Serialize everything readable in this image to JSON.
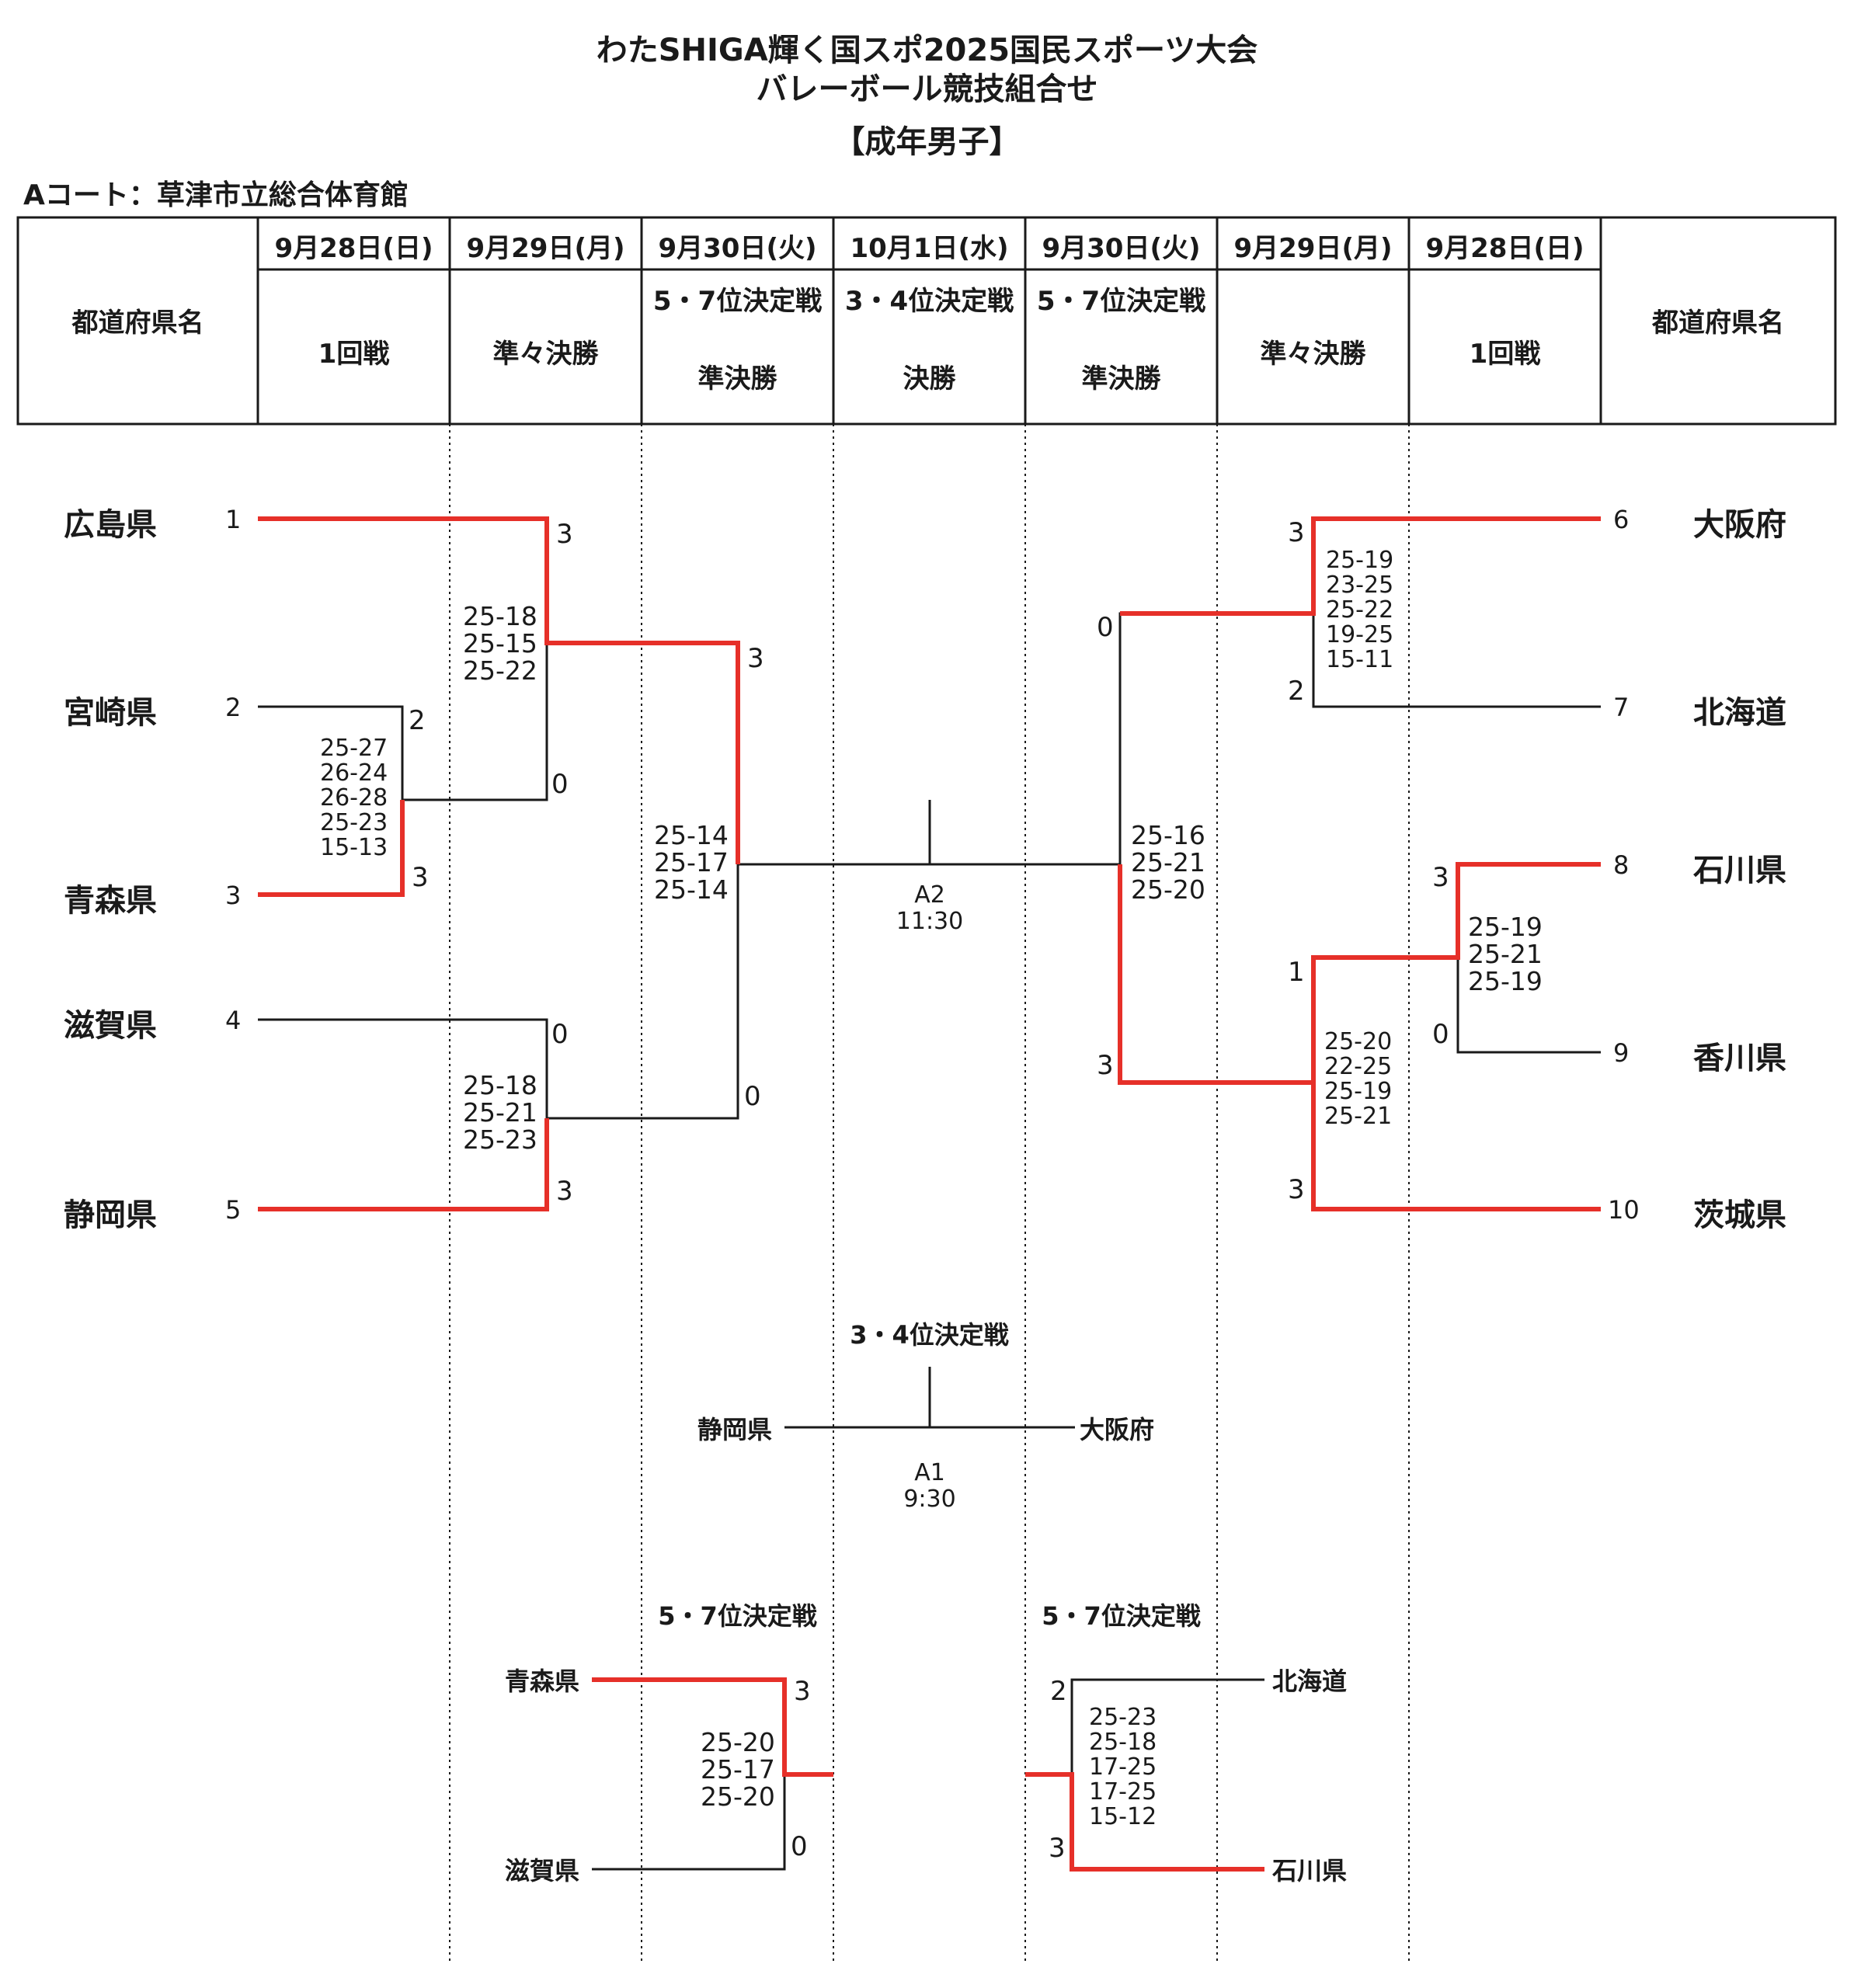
{
  "header": {
    "title_line1": "わたSHIGA輝く国スポ2025国民スポーツ大会",
    "title_line2": "バレーボール競技組合せ",
    "category": "【成年男子】",
    "court": "Aコート：草津市立総合体育館"
  },
  "table": {
    "pref_label_left": "都道府県名",
    "pref_label_right": "都道府県名",
    "dates": [
      "9月28日(日)",
      "9月29日(月)",
      "9月30日(火)",
      "10月1日(水)",
      "9月30日(火)",
      "9月29日(月)",
      "9月28日(日)"
    ],
    "rounds": {
      "round1_left": "1回戦",
      "qf_left": "準々決勝",
      "sf_left_a": "5・7位決定戦",
      "sf_left_b": "準決勝",
      "final_a": "3・4位決定戦",
      "final_b": "決勝",
      "sf_right_a": "5・7位決定戦",
      "sf_right_b": "準決勝",
      "qf_right": "準々決勝",
      "round1_right": "1回戦"
    }
  },
  "teams_left": [
    {
      "name": "広島県",
      "seed": "1"
    },
    {
      "name": "宮崎県",
      "seed": "2"
    },
    {
      "name": "青森県",
      "seed": "3"
    },
    {
      "name": "滋賀県",
      "seed": "4"
    },
    {
      "name": "静岡県",
      "seed": "5"
    }
  ],
  "teams_right": [
    {
      "name": "大阪府",
      "seed": "6"
    },
    {
      "name": "北海道",
      "seed": "7"
    },
    {
      "name": "石川県",
      "seed": "8"
    },
    {
      "name": "香川県",
      "seed": "9"
    },
    {
      "name": "茨城県",
      "seed": "10"
    }
  ],
  "matches": {
    "r1_left": {
      "top": "2",
      "bottom": "3",
      "sets": "25-27\n26-24\n26-28\n25-23\n15-13"
    },
    "qf_left_top": {
      "top": "3",
      "bottom": "0",
      "sets": "25-18\n25-15\n25-22"
    },
    "qf_left_bottom": {
      "top": "0",
      "bottom": "3",
      "sets": "25-18\n25-21\n25-23"
    },
    "sf_left": {
      "top": "3",
      "bottom": "0",
      "sets": "25-14\n25-17\n25-14"
    },
    "final": {
      "code": "A2",
      "time": "11:30"
    },
    "sf_right": {
      "top": "0",
      "bottom": "3",
      "sets": "25-16\n25-21\n25-20"
    },
    "qf_right_top": {
      "top": "3",
      "bottom": "2",
      "sets": "25-19\n23-25\n25-22\n19-25\n15-11"
    },
    "r1_right": {
      "top": "3",
      "bottom": "0",
      "sets": "25-19\n25-21\n25-19"
    },
    "qf_right_bottom": {
      "top": "1",
      "bottom": "3",
      "sets": "25-20\n22-25\n25-19\n25-21"
    }
  },
  "third_place": {
    "label": "3・4位決定戦",
    "left_team": "静岡県",
    "right_team": "大阪府",
    "code": "A1",
    "time": "9:30"
  },
  "fifth_left": {
    "label": "5・7位決定戦",
    "top_team": "青森県",
    "bottom_team": "滋賀県",
    "top_score": "3",
    "bottom_score": "0",
    "sets": "25-20\n25-17\n25-20"
  },
  "fifth_right": {
    "label": "5・7位決定戦",
    "top_team": "北海道",
    "bottom_team": "石川県",
    "top_score": "2",
    "bottom_score": "3",
    "sets": "25-23\n25-18\n17-25\n17-25\n15-12"
  },
  "colors": {
    "winner_line": "#e63029",
    "line": "#1a1a1a"
  }
}
